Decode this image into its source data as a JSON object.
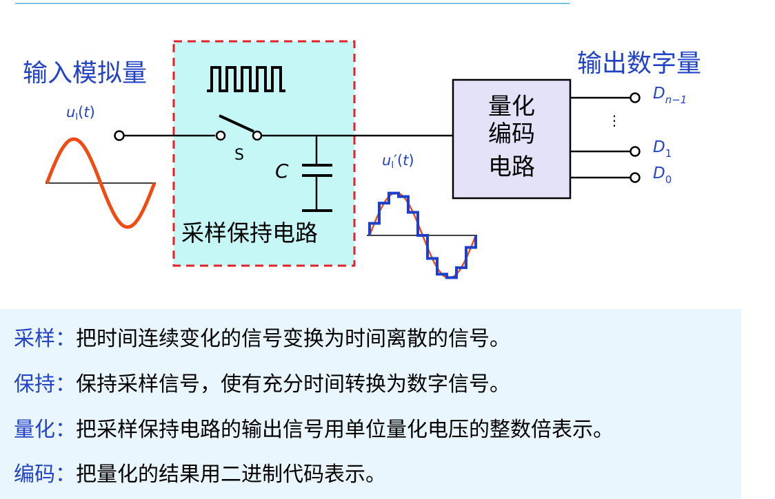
{
  "diagram": {
    "input_label": "输入模拟量",
    "output_label": "输出数字量",
    "input_signal": {
      "base": "u",
      "sub": "I",
      "arg": "(t)"
    },
    "held_signal": {
      "base": "u",
      "sub": "I",
      "prime": "′",
      "arg": "(t)"
    },
    "switch_label": "S",
    "capacitor_label": "C",
    "sample_hold_label": "采样保持电路",
    "quantize_block_lines": [
      "量化",
      "编码",
      "电路"
    ],
    "outputs": [
      {
        "base": "D",
        "sub": "n−1"
      },
      {
        "base": "D",
        "sub": "1"
      },
      {
        "base": "D",
        "sub": "0"
      }
    ],
    "ellipsis": "⋮"
  },
  "notes": [
    {
      "term": "采样",
      "colon": "：",
      "text": "把时间连续变化的信号变换为时间离散的信号。"
    },
    {
      "term": "保持",
      "colon": "：",
      "text": "保持采样信号，使有充分时间转换为数字信号。"
    },
    {
      "term": "量化",
      "colon": "：",
      "text": "把采样保持电路的输出信号用单位量化电压的整数倍表示。"
    },
    {
      "term": "编码",
      "colon": "：",
      "text": "把量化的结果用二进制代码表示。"
    }
  ],
  "colors": {
    "title_blue": "#2343c6",
    "sh_box_fill": "#c6f7f7",
    "sh_box_border": "#e0202a",
    "quant_block_fill": "#e4e2f8",
    "sine_orange": "#ef4b12",
    "staircase_blue": "#1c3fcc",
    "notes_bg": "#eaf6fd"
  }
}
